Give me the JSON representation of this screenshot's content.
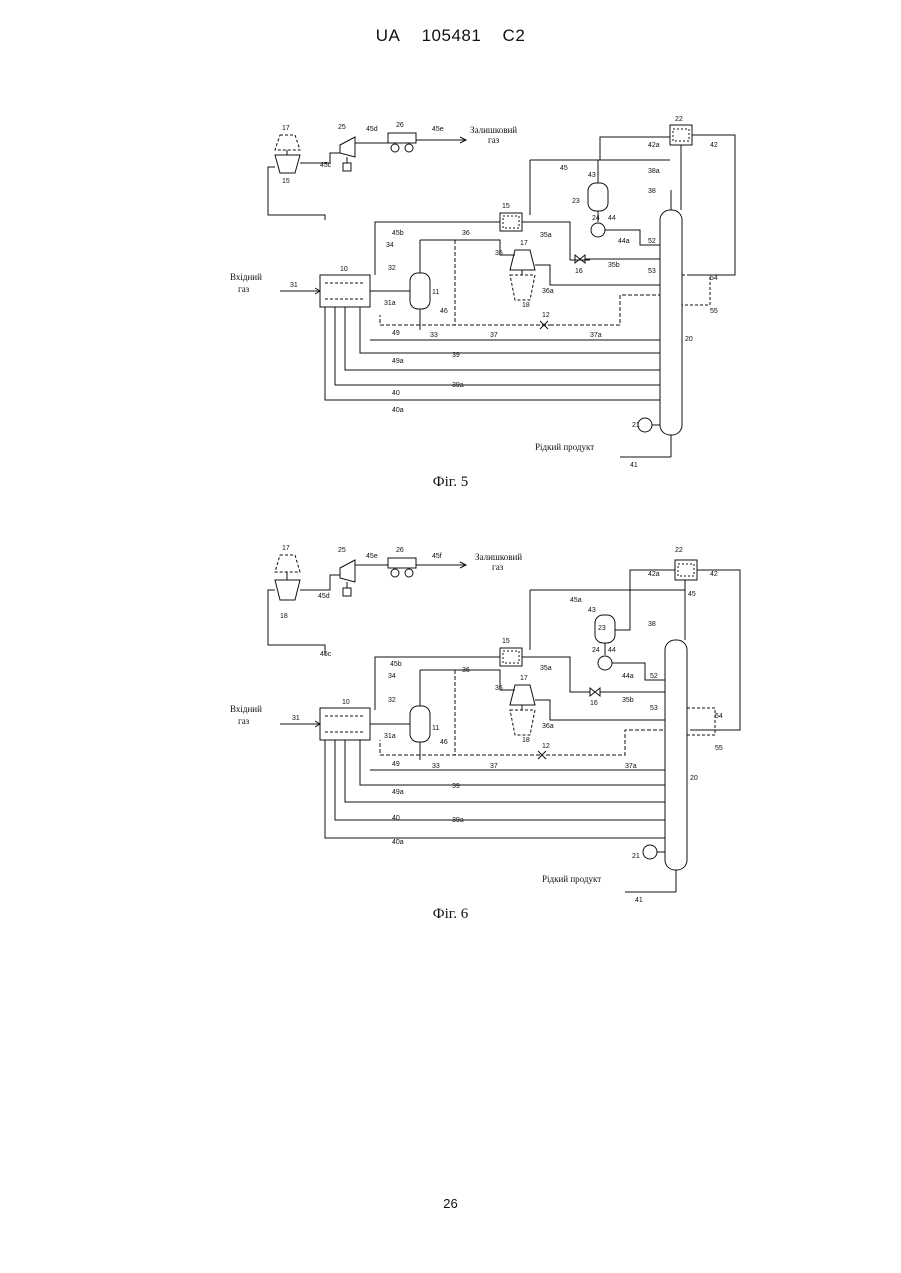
{
  "header": {
    "office": "UA",
    "number": "105481",
    "kind": "C2"
  },
  "fig5": {
    "caption": "Фіг. 5",
    "inlet_label": [
      "Вхідний",
      "газ"
    ],
    "residue_label": [
      "Залишковий",
      "газ"
    ],
    "liquid_label": "Рідкий продукт",
    "numbers": [
      "17",
      "15",
      "25",
      "45d",
      "26",
      "45e",
      "22",
      "42a",
      "42",
      "45c",
      "45",
      "43",
      "38a",
      "23",
      "38",
      "45b",
      "15",
      "34",
      "36",
      "24",
      "44",
      "35a",
      "44a",
      "52",
      "17",
      "32",
      "35",
      "16",
      "35b",
      "53",
      "10",
      "31",
      "31a",
      "11",
      "36a",
      "54",
      "18",
      "46",
      "12",
      "55",
      "33",
      "37",
      "37a",
      "49",
      "20",
      "49a",
      "39",
      "40",
      "39a",
      "40a",
      "21",
      "41"
    ]
  },
  "fig6": {
    "caption": "Фіг. 6",
    "inlet_label": [
      "Вхідний",
      "газ"
    ],
    "residue_label": [
      "Залишковий",
      "газ"
    ],
    "liquid_label": "Рідкий продукт",
    "numbers": [
      "17",
      "25",
      "45e",
      "26",
      "45f",
      "22",
      "42a",
      "42",
      "45d",
      "45a",
      "45",
      "18",
      "43",
      "23",
      "38",
      "45c",
      "15",
      "45b",
      "24",
      "44",
      "34",
      "36",
      "35a",
      "44a",
      "52",
      "17",
      "32",
      "36",
      "16",
      "35b",
      "53",
      "10",
      "31",
      "11",
      "31a",
      "36a",
      "54",
      "18",
      "46",
      "12",
      "55",
      "33",
      "37",
      "37a",
      "49",
      "20",
      "49a",
      "39",
      "40",
      "39a",
      "40a",
      "21",
      "41"
    ]
  },
  "page_number": "26"
}
